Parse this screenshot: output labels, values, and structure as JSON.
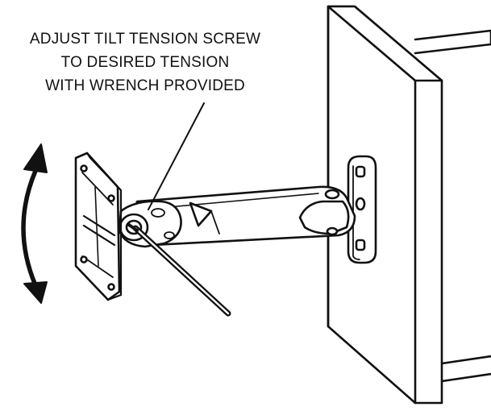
{
  "annotation": {
    "lines": [
      "ADJUST TILT TENSION SCREW",
      "TO DESIRED TENSION",
      "WITH WRENCH PROVIDED"
    ]
  },
  "colors": {
    "ink": "#111111",
    "paper": "#ffffff"
  },
  "icons": [
    "curved-double-arrow-icon",
    "hex-wrench-icon"
  ]
}
